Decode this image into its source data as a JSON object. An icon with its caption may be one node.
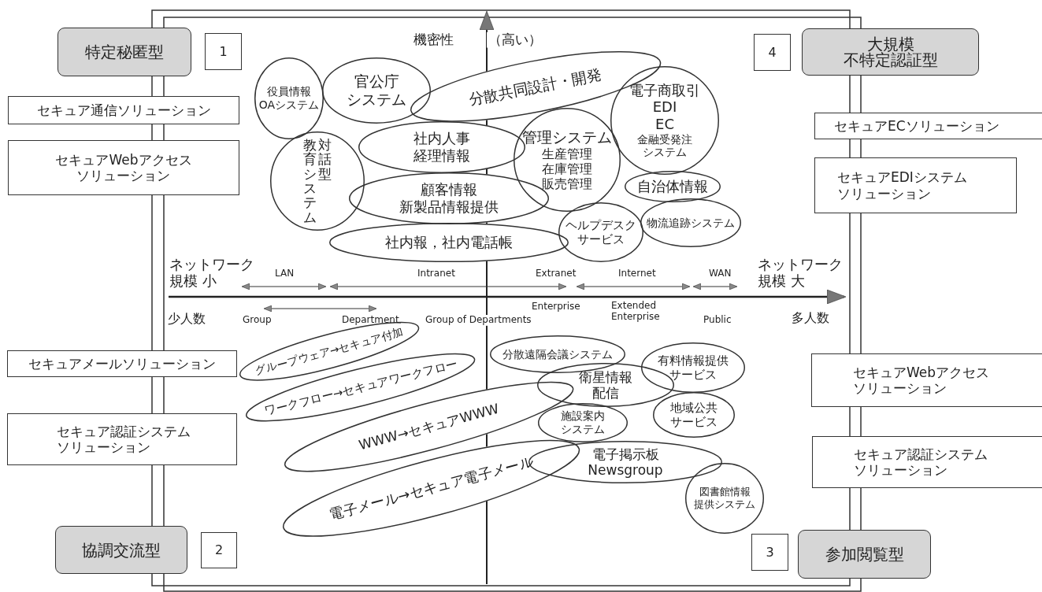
{
  "diagram": {
    "nodes": [
      {
        "text": [
          "特定秘匿型"
        ]
      },
      {
        "text": [
          "1"
        ]
      },
      {
        "text": [
          "セキュア通信ソリューション"
        ]
      },
      {
        "text": [
          "セキュアWebアクセスソリューション"
        ]
      },
      {
        "text": [
          "4"
        ]
      },
      {
        "text": [
          "大規模不特定認証型"
        ]
      },
      {
        "text": [
          "セキュアECソリューション"
        ]
      },
      {
        "text": [
          "セキュアEDIシステムソリューション"
        ]
      },
      {
        "text": [
          "セキュアメールソリューション"
        ]
      },
      {
        "text": [
          "セキュア認証システムソリューション"
        ]
      },
      {
        "text": [
          "協調交流型"
        ]
      },
      {
        "text": [
          "2"
        ]
      },
      {
        "text": [
          "3"
        ]
      },
      {
        "text": [
          "参加閲覧型"
        ]
      },
      {
        "text": [
          "セキュアWebアクセスソリューション"
        ]
      },
      {
        "text": [
          "セキュア認証システムソリューション"
        ]
      },
      {
        "text": [
          "役員情報OAシステム"
        ]
      },
      {
        "text": [
          "官公庁システム"
        ]
      },
      {
        "text": [
          "分散共同設計・開発"
        ]
      },
      {
        "text": [
          "対話型教育システム"
        ]
      },
      {
        "text": [
          "社内人事経理情報"
        ]
      },
      {
        "text": [
          "管理システム",
          "生産管理在庫管理販売管理"
        ]
      },
      {
        "text": [
          "電子商取引",
          "EDI",
          "EC",
          "金融受発注システム"
        ]
      },
      {
        "text": [
          "顧客情報新製品情報提供"
        ]
      },
      {
        "text": [
          "自治体情報"
        ]
      },
      {
        "text": [
          "社内報，社内電話帳"
        ]
      },
      {
        "text": [
          "ヘルプデスクサービス"
        ]
      },
      {
        "text": [
          "物流追跡システム"
        ]
      },
      {
        "text": [
          "グループウェア→セキュア付加"
        ]
      },
      {
        "text": [
          "ワークフロー→セキュアワークフロー"
        ]
      },
      {
        "text": [
          "WWW→セキュアWWW"
        ]
      },
      {
        "text": [
          "電子メール→セキュア電子メール"
        ]
      },
      {
        "text": [
          "分散遠隔会議システム"
        ]
      },
      {
        "text": [
          "衛星情報配信"
        ]
      },
      {
        "text": [
          "有料情報提供サービス"
        ]
      },
      {
        "text": [
          "地域公共サービス"
        ]
      },
      {
        "text": [
          "施設案内システム"
        ]
      },
      {
        "text": [
          "電子掲示板 Newsgroup"
        ]
      },
      {
        "text": [
          "図書館情報提供システム"
        ]
      }
    ],
    "labels": [
      "機密性",
      "（高い）",
      "ネットワーク規模 小",
      "LAN",
      "Intranet",
      "Extranet",
      "Internet",
      "WAN",
      "ネットワーク規模 大",
      "少人数",
      "Group",
      "Department",
      "Group of Departments",
      "Enterprise",
      "Extended Enterprise",
      "Public",
      "多人数"
    ]
  }
}
